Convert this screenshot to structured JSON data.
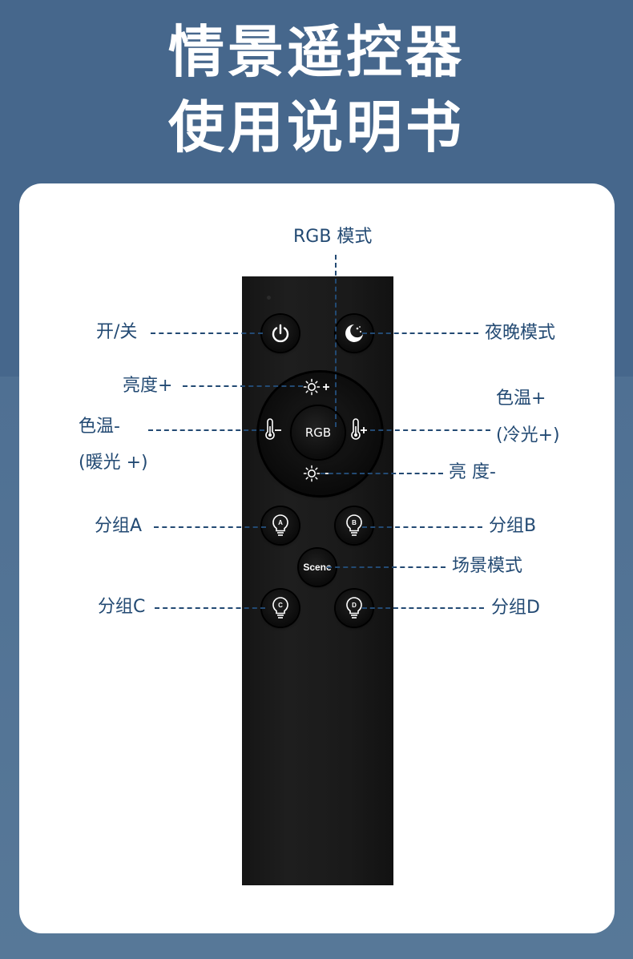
{
  "header": {
    "title_line1": "情景遥控器",
    "title_line2": "使用说明书"
  },
  "remote": {
    "center_button": "RGB",
    "scene_button": "Scene",
    "group_letters": [
      "A",
      "B",
      "C",
      "D"
    ]
  },
  "labels": {
    "rgb_mode": "RGB 模式",
    "power": "开/关",
    "night_mode": "夜晚模式",
    "brightness_up": "亮度+",
    "color_temp_up": "色温+",
    "color_temp_up_note": "(冷光+)",
    "color_temp_down": "色温-",
    "color_temp_down_note": "(暖光 +)",
    "brightness_down": "亮 度-",
    "group_a": "分组A",
    "group_b": "分组B",
    "scene_mode": "场景模式",
    "group_c": "分组C",
    "group_d": "分组D"
  },
  "colors": {
    "header_bg": "#46678c",
    "label_text": "#234a73",
    "remote_body": "#1a1a1a"
  }
}
